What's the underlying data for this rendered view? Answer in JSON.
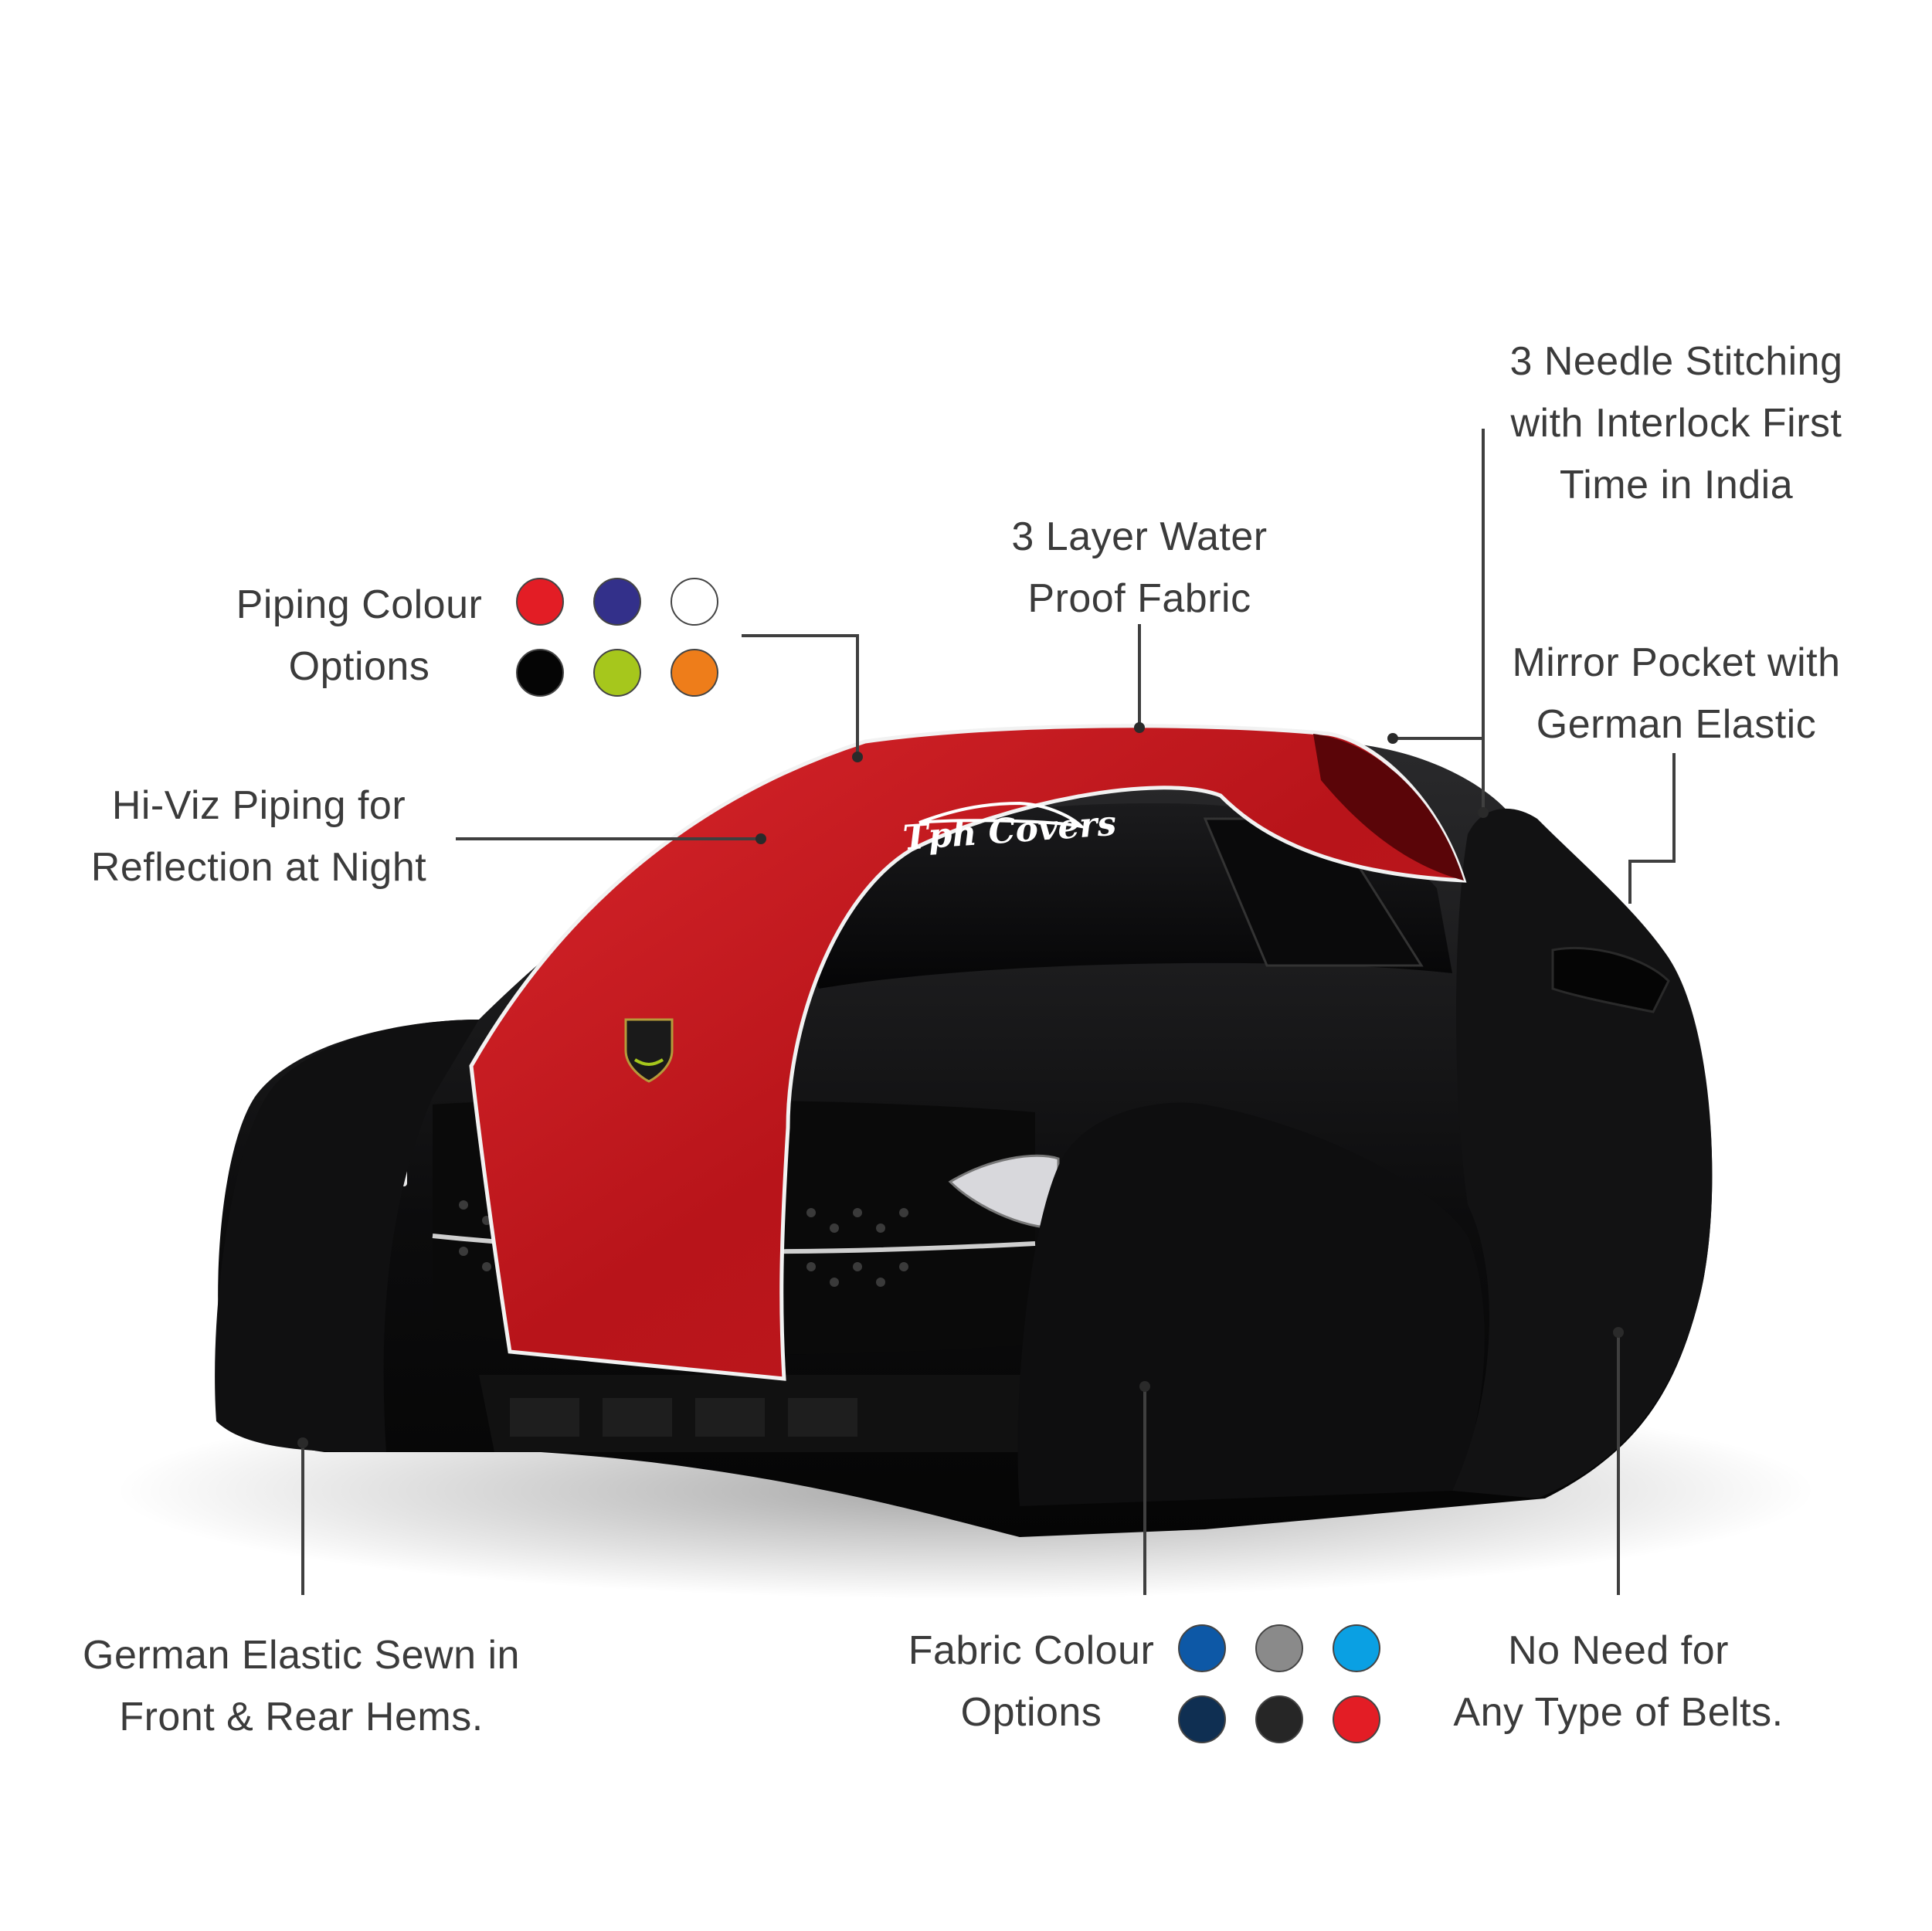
{
  "labels": {
    "stitching": [
      "3 Needle Stitching",
      "with Interlock First",
      "Time in India"
    ],
    "waterproof": [
      "3 Layer Water",
      "Proof Fabric"
    ],
    "piping_colour": [
      "Piping Colour",
      "Options"
    ],
    "mirror_pocket": [
      "Mirror Pocket with",
      "German Elastic"
    ],
    "hi_viz": [
      "Hi-Viz Piping for",
      "Reflection at Night"
    ],
    "german_elastic": [
      "German Elastic Sewn in",
      "Front & Rear Hems."
    ],
    "fabric_colour": [
      "Fabric Colour",
      "Options"
    ],
    "no_belts": [
      "No Need for",
      "Any Type of Belts."
    ]
  },
  "brand": {
    "logo_text": "Tph Covers"
  },
  "piping_colours": [
    "#e31d25",
    "#33308a",
    "#ffffff",
    "#050505",
    "#a6c71c",
    "#ee7d1a"
  ],
  "fabric_colours": [
    "#0d58a6",
    "#8a8a8a",
    "#0aa0e3",
    "#0f2f52",
    "#262626",
    "#e31d25"
  ],
  "cover_colours": {
    "panel": "#c8151b",
    "body": "#0f0f10"
  }
}
